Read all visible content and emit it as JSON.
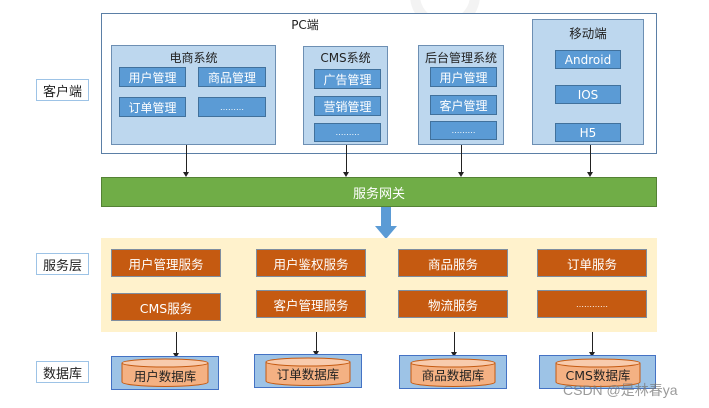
{
  "layers": {
    "client": "客户端",
    "service": "服务层",
    "database": "数据库"
  },
  "client": {
    "pc_title": "PC端",
    "systems": [
      {
        "title": "电商系统",
        "modules": [
          "用户管理",
          "商品管理",
          "订单管理",
          "………"
        ]
      },
      {
        "title": "CMS系统",
        "modules": [
          "广告管理",
          "营销管理",
          "………"
        ]
      },
      {
        "title": "后台管理系统",
        "modules": [
          "用户管理",
          "客户管理",
          "………"
        ]
      }
    ],
    "mobile": {
      "title": "移动端",
      "modules": [
        "Android",
        "IOS",
        "H5"
      ]
    }
  },
  "gateway": {
    "label": "服务网关"
  },
  "services": {
    "row1": [
      "用户管理服务",
      "用户鉴权服务",
      "商品服务",
      "订单服务"
    ],
    "row2": [
      "CMS服务",
      "客户管理服务",
      "物流服务",
      "…………"
    ]
  },
  "databases": [
    "用户数据库",
    "订单数据库",
    "商品数据库",
    "CMS数据库"
  ],
  "watermark": "CSDN @是林春ya",
  "colors": {
    "system_box": "#bdd7ee",
    "module": "#5b9bd5",
    "gateway": "#70ad47",
    "service_band": "#fff2cc",
    "service": "#c55a11",
    "db_frame": "#9dc3e6",
    "db_cylinder": "#f4b183"
  }
}
